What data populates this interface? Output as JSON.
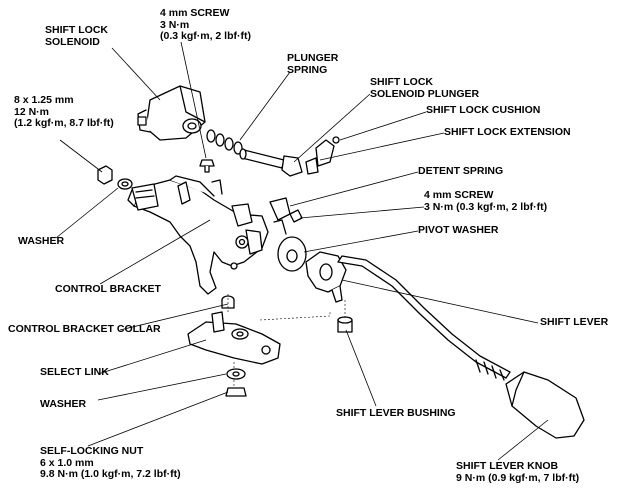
{
  "labels": {
    "screw_top": "4 mm SCREW\n3 N·m\n(0.3 kgf·m, 2 lbf·ft)",
    "solenoid": "SHIFT LOCK\nSOLENOID",
    "plunger_spring": "PLUNGER\nSPRING",
    "solenoid_plunger": "SHIFT LOCK\nSOLENOID PLUNGER",
    "bolt": "8 x 1.25 mm\n12 N·m\n(1.2 kgf·m, 8.7 lbf·ft)",
    "cushion": "SHIFT LOCK CUSHION",
    "extension": "SHIFT LOCK EXTENSION",
    "detent_spring": "DETENT SPRING",
    "screw_right": "4 mm SCREW\n3 N·m (0.3 kgf·m, 2 lbf·ft)",
    "washer_left": "WASHER",
    "pivot_washer": "PIVOT WASHER",
    "control_bracket": "CONTROL BRACKET",
    "shift_lever": "SHIFT LEVER",
    "bracket_collar": "CONTROL BRACKET COLLAR",
    "select_link": "SELECT LINK",
    "washer_bottom": "WASHER",
    "lever_bushing": "SHIFT LEVER BUSHING",
    "nut": "SELF-LOCKING NUT\n6 x 1.0 mm\n9.8 N·m (1.0 kgf·m, 7.2 lbf·ft)",
    "knob": "SHIFT LEVER KNOB\n9 N·m (0.9 kgf·m, 7 lbf·ft)"
  }
}
